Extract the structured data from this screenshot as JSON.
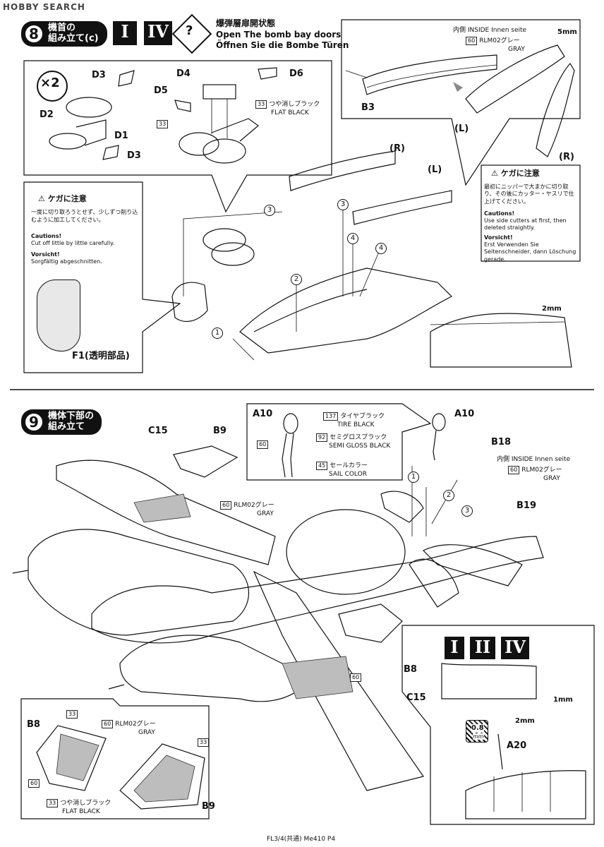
{
  "header": {
    "logo": "HOBBY SEARCH"
  },
  "step8": {
    "number": "8",
    "title_jp_1": "機首の",
    "title_jp_2": "組み立て(c)",
    "roman_1": "I",
    "roman_2": "IV",
    "bomb_jp": "爆弾層扉開状態",
    "bomb_en": "Open The bomb bay doors",
    "bomb_de": "Öffnen Sie die Bombe Türen",
    "inset1": {
      "multiplier": "×2",
      "parts": [
        "D3",
        "D2",
        "D1",
        "D3"
      ],
      "parts2": [
        "D4",
        "D5",
        "D6"
      ],
      "paint_code": "33",
      "paint_jp": "つや消しブラック",
      "paint_en": "FLAT BLACK",
      "paint_code2": "33"
    },
    "inset2": {
      "inside_label": "内側 INSIDE Innen seite",
      "paint_code": "60",
      "paint_jp": "RLM02グレー",
      "paint_en": "GRAY",
      "dim": "5mm",
      "part": "B3",
      "left": "(L)",
      "right": "(R)"
    },
    "caution_box": {
      "title_jp": "ケガに注意",
      "body_jp": "最初にニッパーで大まかに切り取り、その後にカッター・ヤスリで仕上げてください。",
      "en_title": "Cautions!",
      "en_body": "Use side cutters at first, then deleted straightly.",
      "de_title": "Vorsicht!",
      "de_body": "Erst Verwenden Sie Seitenschneider, dann Löschung gerade."
    },
    "caution_left": {
      "title_jp": "ケガに注意",
      "body_jp": "一度に切り取ろうとせず、少しずつ削り込むように加工してください。",
      "en_title": "Cautions!",
      "en_body": "Cut off little by little carefully.",
      "de_title": "Vorsicht!",
      "de_body": "Sorgfältig abgeschnitten."
    },
    "canopy_part": "F1(透明部品)",
    "door_labels": [
      "(R)",
      "(L)"
    ],
    "dim_2mm": "2mm",
    "steps": [
      "1",
      "2",
      "3",
      "3",
      "4",
      "4"
    ]
  },
  "step9": {
    "number": "9",
    "title_jp_1": "機体下部の",
    "title_jp_2": "組み立て",
    "parts_top": [
      "C15",
      "B9"
    ],
    "wheel_inset": {
      "part": "A10",
      "code_tire": "137",
      "tire_jp": "タイヤブラック",
      "tire_en": "TIRE BLACK",
      "code_semi": "92",
      "semi_jp": "セミグロスブラック",
      "semi_en": "SEMI GLOSS BLACK",
      "code_sail": "45",
      "sail_jp": "セールカラー",
      "sail_en": "SAIL COLOR",
      "code_gray": "60"
    },
    "a10_main": "A10",
    "b18": "B18",
    "b19": "B19",
    "inside_label": "内側 INSIDE Innen seite",
    "paint_code": "60",
    "paint_jp": "RLM02グレー",
    "paint_en": "GRAY",
    "wing_paint_code": "60",
    "wing_paint_jp": "RLM02グレー",
    "wing_paint_en": "GRAY",
    "b8": "B8",
    "c15_lower": "C15",
    "lower_paint": "60",
    "steps": [
      "1",
      "2",
      "3"
    ],
    "bottom_inset": {
      "parts": [
        "B8",
        "B9"
      ],
      "codes": [
        "33",
        "60",
        "33",
        "60",
        "33"
      ],
      "paint_jp": "RLM02グレー",
      "paint_en": "GRAY",
      "black_jp": "つや消しブラック",
      "black_en": "FLAT BLACK"
    },
    "right_inset": {
      "romans": [
        "I",
        "II",
        "IV"
      ],
      "dim_1mm": "1mm",
      "dim_2mm": "2mm",
      "drill": "0.8",
      "drill_unit": "mm",
      "part": "A20"
    }
  },
  "footer": "FL3/4(共通) Me410 P4"
}
